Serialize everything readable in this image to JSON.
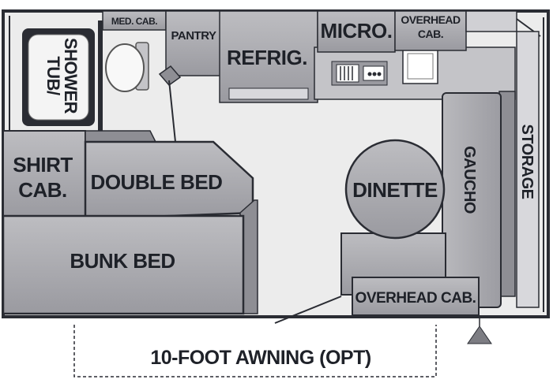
{
  "labels": {
    "med_cab": "MED. CAB.",
    "pantry": "PANTRY",
    "refrig": "REFRIG.",
    "micro": "MICRO.",
    "overhead_cab_top_line1": "OVERHEAD",
    "overhead_cab_top_line2": "CAB.",
    "tub_shower_line1": "TUB/",
    "tub_shower_line2": "SHOWER",
    "shirt_cab_line1": "SHIRT",
    "shirt_cab_line2": "CAB.",
    "double_bed": "DOUBLE BED",
    "bunk_bed": "BUNK BED",
    "dinette": "DINETTE",
    "gaucho": "GAUCHO",
    "storage": "STORAGE",
    "overhead_cab_bottom": "OVERHEAD CAB.",
    "awning": "10-FOOT AWNING (OPT)"
  },
  "colors": {
    "floor": "#ececec",
    "cabinet": "#a9a9ad",
    "cabinet_dark": "#8e8e94",
    "wall": "#2a2c33",
    "text": "#1e2128"
  }
}
